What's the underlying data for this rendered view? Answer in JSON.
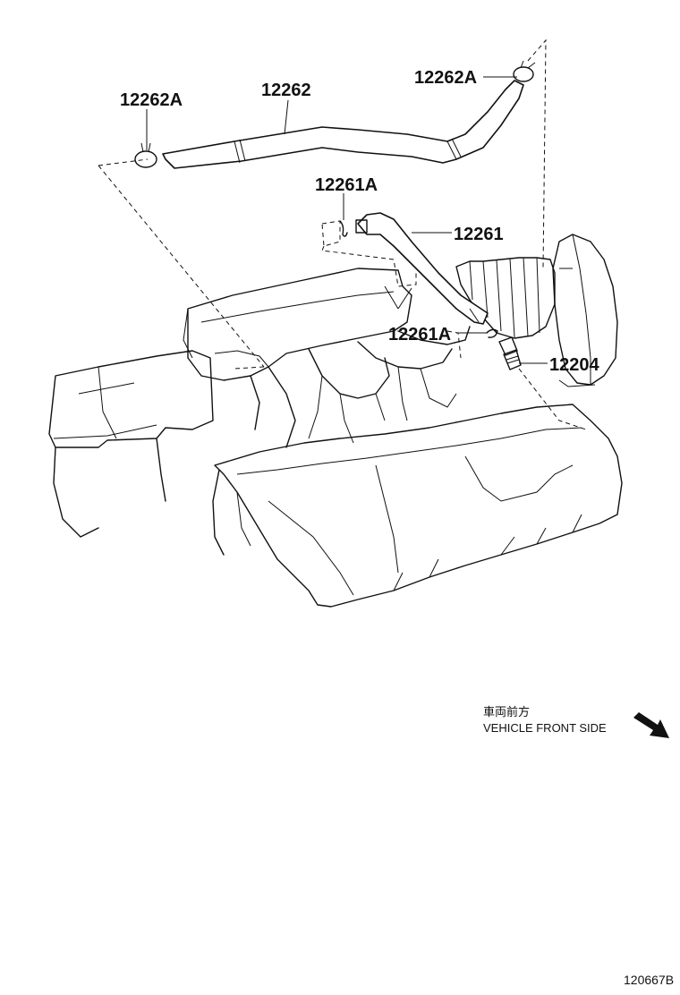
{
  "parts": {
    "p1": "12262A",
    "p2": "12262",
    "p3": "12262A",
    "p4": "12261A",
    "p5": "12261",
    "p6": "12261A",
    "p7": "12204"
  },
  "direction": {
    "jp": "車両前方",
    "en": "VEHICLE FRONT SIDE"
  },
  "drawing_id": "120667B"
}
